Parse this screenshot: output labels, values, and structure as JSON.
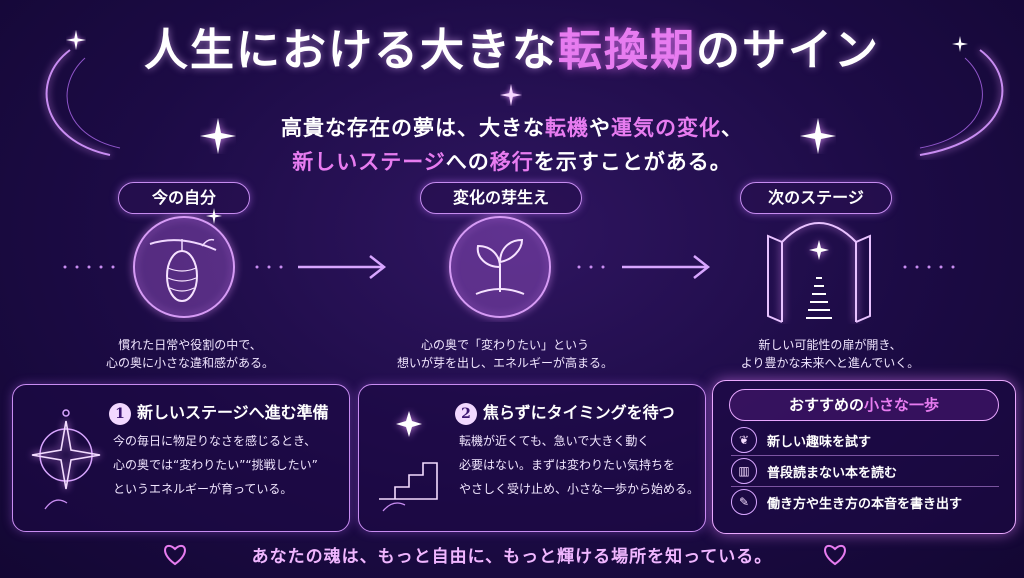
{
  "title": {
    "pre": "人生における大きな",
    "highlight": "転換期",
    "post": "のサイン"
  },
  "subtitle": {
    "line1_a": "高貴な存在の夢は、大きな",
    "line1_b": "転機",
    "line1_c": "や",
    "line1_d": "運気の変化",
    "line1_e": "、",
    "line2_a": "新しいステージ",
    "line2_b": "への",
    "line2_c": "移行",
    "line2_d": "を示すことがある。"
  },
  "stages": [
    {
      "label": "今の自分",
      "icon": "chrysalis-icon",
      "desc1": "慣れた日常や役割の中で、",
      "desc2": "心の奥に小さな違和感がある。"
    },
    {
      "label": "変化の芽生え",
      "icon": "sprout-icon",
      "desc1": "心の奥で「変わりたい」という",
      "desc2": "想いが芽を出し、エネルギーが高まる。"
    },
    {
      "label": "次のステージ",
      "icon": "open-door-icon",
      "desc1": "新しい可能性の扉が開き、",
      "desc2": "より豊かな未来へと進んでいく。"
    }
  ],
  "cards": [
    {
      "num": "1",
      "title": "新しいステージへ進む準備",
      "icon": "compass-star-icon",
      "lines": [
        "今の毎日に物足りなさを感じるとき、",
        "心の奥では“変わりたい”“挑戦したい”",
        "というエネルギーが育っている。"
      ]
    },
    {
      "num": "2",
      "title": "焦らずにタイミングを待つ",
      "icon": "stairs-icon",
      "lines": [
        "転機が近くても、急いで大きく動く",
        "必要はない。まずは変わりたい気持ちを",
        "やさしく受け止め、小さな一歩から始める。"
      ]
    }
  ],
  "recommend": {
    "title_a": "おすすめの",
    "title_b": "小さな一歩",
    "items": [
      {
        "icon": "sprout-small-icon",
        "label": "新しい趣味を試す"
      },
      {
        "icon": "book-icon",
        "label": "普段読まない本を読む"
      },
      {
        "icon": "note-pen-icon",
        "label": "働き方や生き方の本音を書き出す"
      }
    ]
  },
  "footer": "あなたの魂は、もっと自由に、もっと輝ける場所を知っている。",
  "colors": {
    "accent": "#e77cf0",
    "line": "#c98df2",
    "bg": "#1c0b45"
  }
}
